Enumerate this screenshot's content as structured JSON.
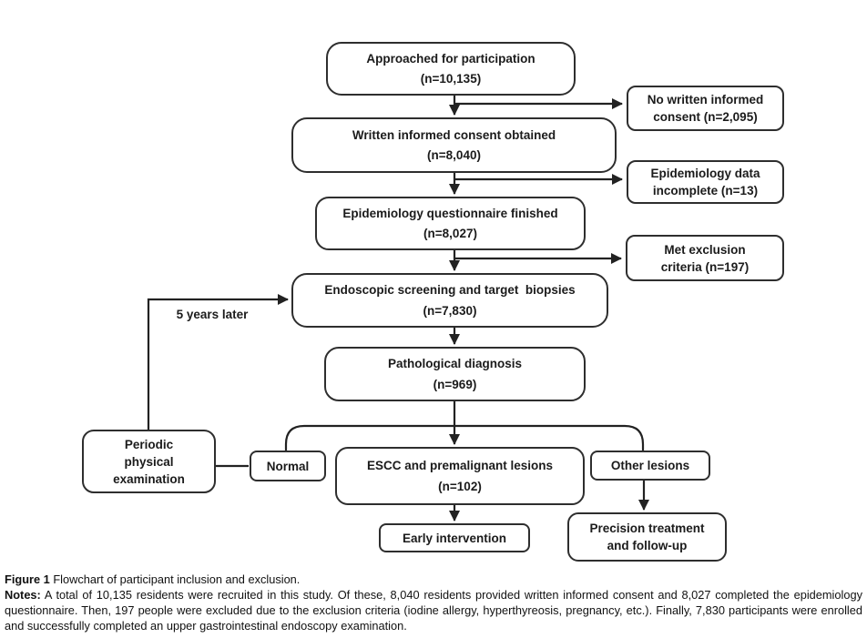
{
  "figure": {
    "caption_label": "Figure 1",
    "caption_text": "Flowchart of participant inclusion and exclusion.",
    "notes_label": "Notes:",
    "notes_text": "A total of 10,135 residents were recruited in this study. Of these, 8,040 residents provided written informed consent and 8,027 completed the epidemiology questionnaire. Then, 197 people were excluded due to the exclusion criteria (iodine allergy, hyperthyreosis, pregnancy, etc.). Finally, 7,830 participants were enrolled and successfully completed an upper gastrointestinal endoscopy examination."
  },
  "flowchart": {
    "colors": {
      "line": "#222222",
      "border": "#2e2e2e",
      "text": "#1b1b1b",
      "background": "#ffffff"
    },
    "labels": {
      "five_years": "5 years later"
    },
    "boxes": {
      "approached": {
        "line1": "Approached for participation",
        "line2": "(n=10,135)"
      },
      "consent_obtained": {
        "line1": "Written informed consent obtained",
        "line2": "(n=8,040)"
      },
      "questionnaire": {
        "line1": "Epidemiology questionnaire finished",
        "line2": "(n=8,027)"
      },
      "endoscopic": {
        "line1": "Endoscopic screening and target  biopsies",
        "line2": "(n=7,830)"
      },
      "pathological": {
        "line1": "Pathological diagnosis",
        "line2": "(n=969)"
      },
      "escc": {
        "line1": "ESCC and premalignant lesions",
        "line2": "(n=102)"
      },
      "no_consent": {
        "line1": "No written informed",
        "line2": "consent (n=2,095)"
      },
      "epi_incomplete": {
        "line1": "Epidemiology data",
        "line2": "incomplete (n=13)"
      },
      "met_exclusion": {
        "line1": "Met exclusion",
        "line2": "criteria (n=197)"
      },
      "periodic": {
        "line1": "Periodic",
        "line2": "physical",
        "line3": "examination"
      },
      "normal": {
        "line1": "Normal"
      },
      "other_lesions": {
        "line1": "Other lesions"
      },
      "early_intervention": {
        "line1": "Early intervention"
      },
      "precision": {
        "line1": "Precision treatment",
        "line2": "and follow-up"
      }
    }
  }
}
